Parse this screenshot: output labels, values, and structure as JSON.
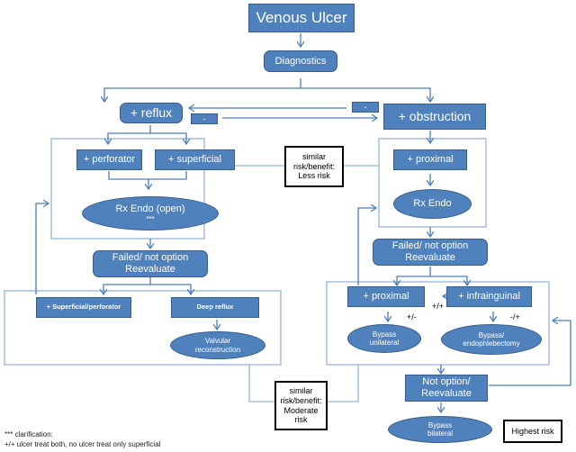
{
  "title": "Venous Ulcer",
  "nodes": {
    "venous_ulcer": "Venous Ulcer",
    "diagnostics": "Diagnostics",
    "reflux": "+ reflux",
    "obstruction": "+ obstruction",
    "minus_top": "-",
    "minus_bottom": "-",
    "perforator": "+ perforator",
    "superficial": "+ superficial",
    "rx_endo_open": "Rx Endo (open)",
    "rx_endo_open_marker": "***",
    "failed_left_line1": "Failed/ not option",
    "failed_left_line2": "Reevaluate",
    "superficial_perforator": "+ Superficial/perforator",
    "deep_reflux": "Deep reflux",
    "valvular_line1": "Valvular",
    "valvular_line2": "reconstruction",
    "proximal_right": "+ proximal",
    "rx_endo": "Rx Endo",
    "failed_right_line1": "Failed/ not option",
    "failed_right_line2": "Reevaluate",
    "proximal_lower": "+ proximal",
    "infrainguinal": "+ infrainguinal",
    "bypass_unilateral_line1": "Bypass",
    "bypass_unilateral_line2": "unilateral",
    "bypass_endo_line1": "Bypass/",
    "bypass_endo_line2": "endophlebectomy",
    "not_option_line1": "Not option/",
    "not_option_line2": "Reevaluate",
    "bypass_bilateral_line1": "Bypass",
    "bypass_bilateral_line2": "bilateral"
  },
  "notes": {
    "less_risk_line1": "similar",
    "less_risk_line2": "risk/benefit:",
    "less_risk_line3": "Less risk",
    "moderate_risk_line1": "similar",
    "moderate_risk_line2": "risk/benefit:",
    "moderate_risk_line3": "Moderate",
    "moderate_risk_line4": "risk",
    "highest_risk": "Highest risk"
  },
  "edge_labels": {
    "plus_plus": "+/+",
    "plus_minus": "+/-",
    "minus_plus": "-/+"
  },
  "footnote": {
    "line1": "*** clarification:",
    "line2": "+/+ ulcer treat both, no ulcer treat only superficial"
  },
  "colors": {
    "node_fill": "#4f81bd",
    "node_border": "#385d8a",
    "connector": "#4a7ebb",
    "group_border": "#95b3d7"
  }
}
